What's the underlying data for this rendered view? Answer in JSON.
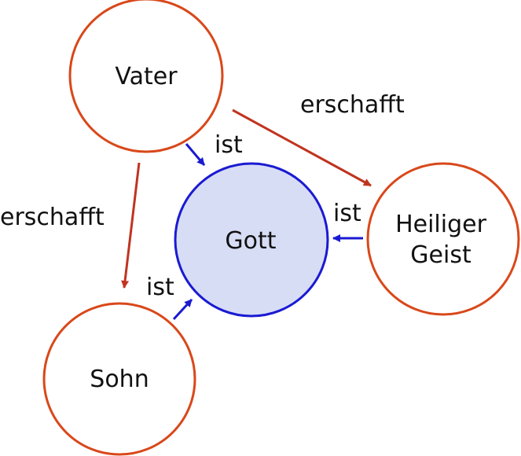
{
  "diagram": {
    "nodes": {
      "vater": {
        "label": "Vater"
      },
      "gott": {
        "label": "Gott"
      },
      "sohn": {
        "label": "Sohn"
      },
      "geist": {
        "line1": "Heiliger",
        "line2": "Geist"
      }
    },
    "edges": {
      "vater_geist": {
        "label": "erschafft"
      },
      "vater_sohn": {
        "label": "erschafft"
      },
      "vater_gott": {
        "label": "ist"
      },
      "sohn_gott": {
        "label": "ist"
      },
      "geist_gott": {
        "label": "ist"
      }
    }
  },
  "colors": {
    "person_stroke": "#d9481a",
    "god_stroke": "#1a1ad2",
    "god_fill": "#d8ddf6",
    "create_arrow": "#c0341f",
    "is_arrow": "#1a1ad2",
    "text": "#111111"
  }
}
